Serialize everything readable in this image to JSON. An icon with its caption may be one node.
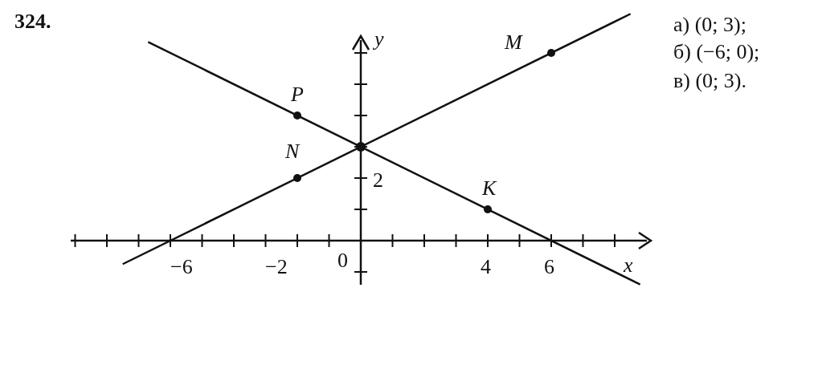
{
  "diagram": {
    "labels": [
      "324.",
      "y",
      "M",
      "а) (0; 3);",
      "б) (−6; 0);",
      "в) (0; 3).",
      "P",
      "N",
      "2",
      "K",
      "0",
      "−6",
      "−2",
      "4",
      "6",
      "x"
    ]
  }
}
